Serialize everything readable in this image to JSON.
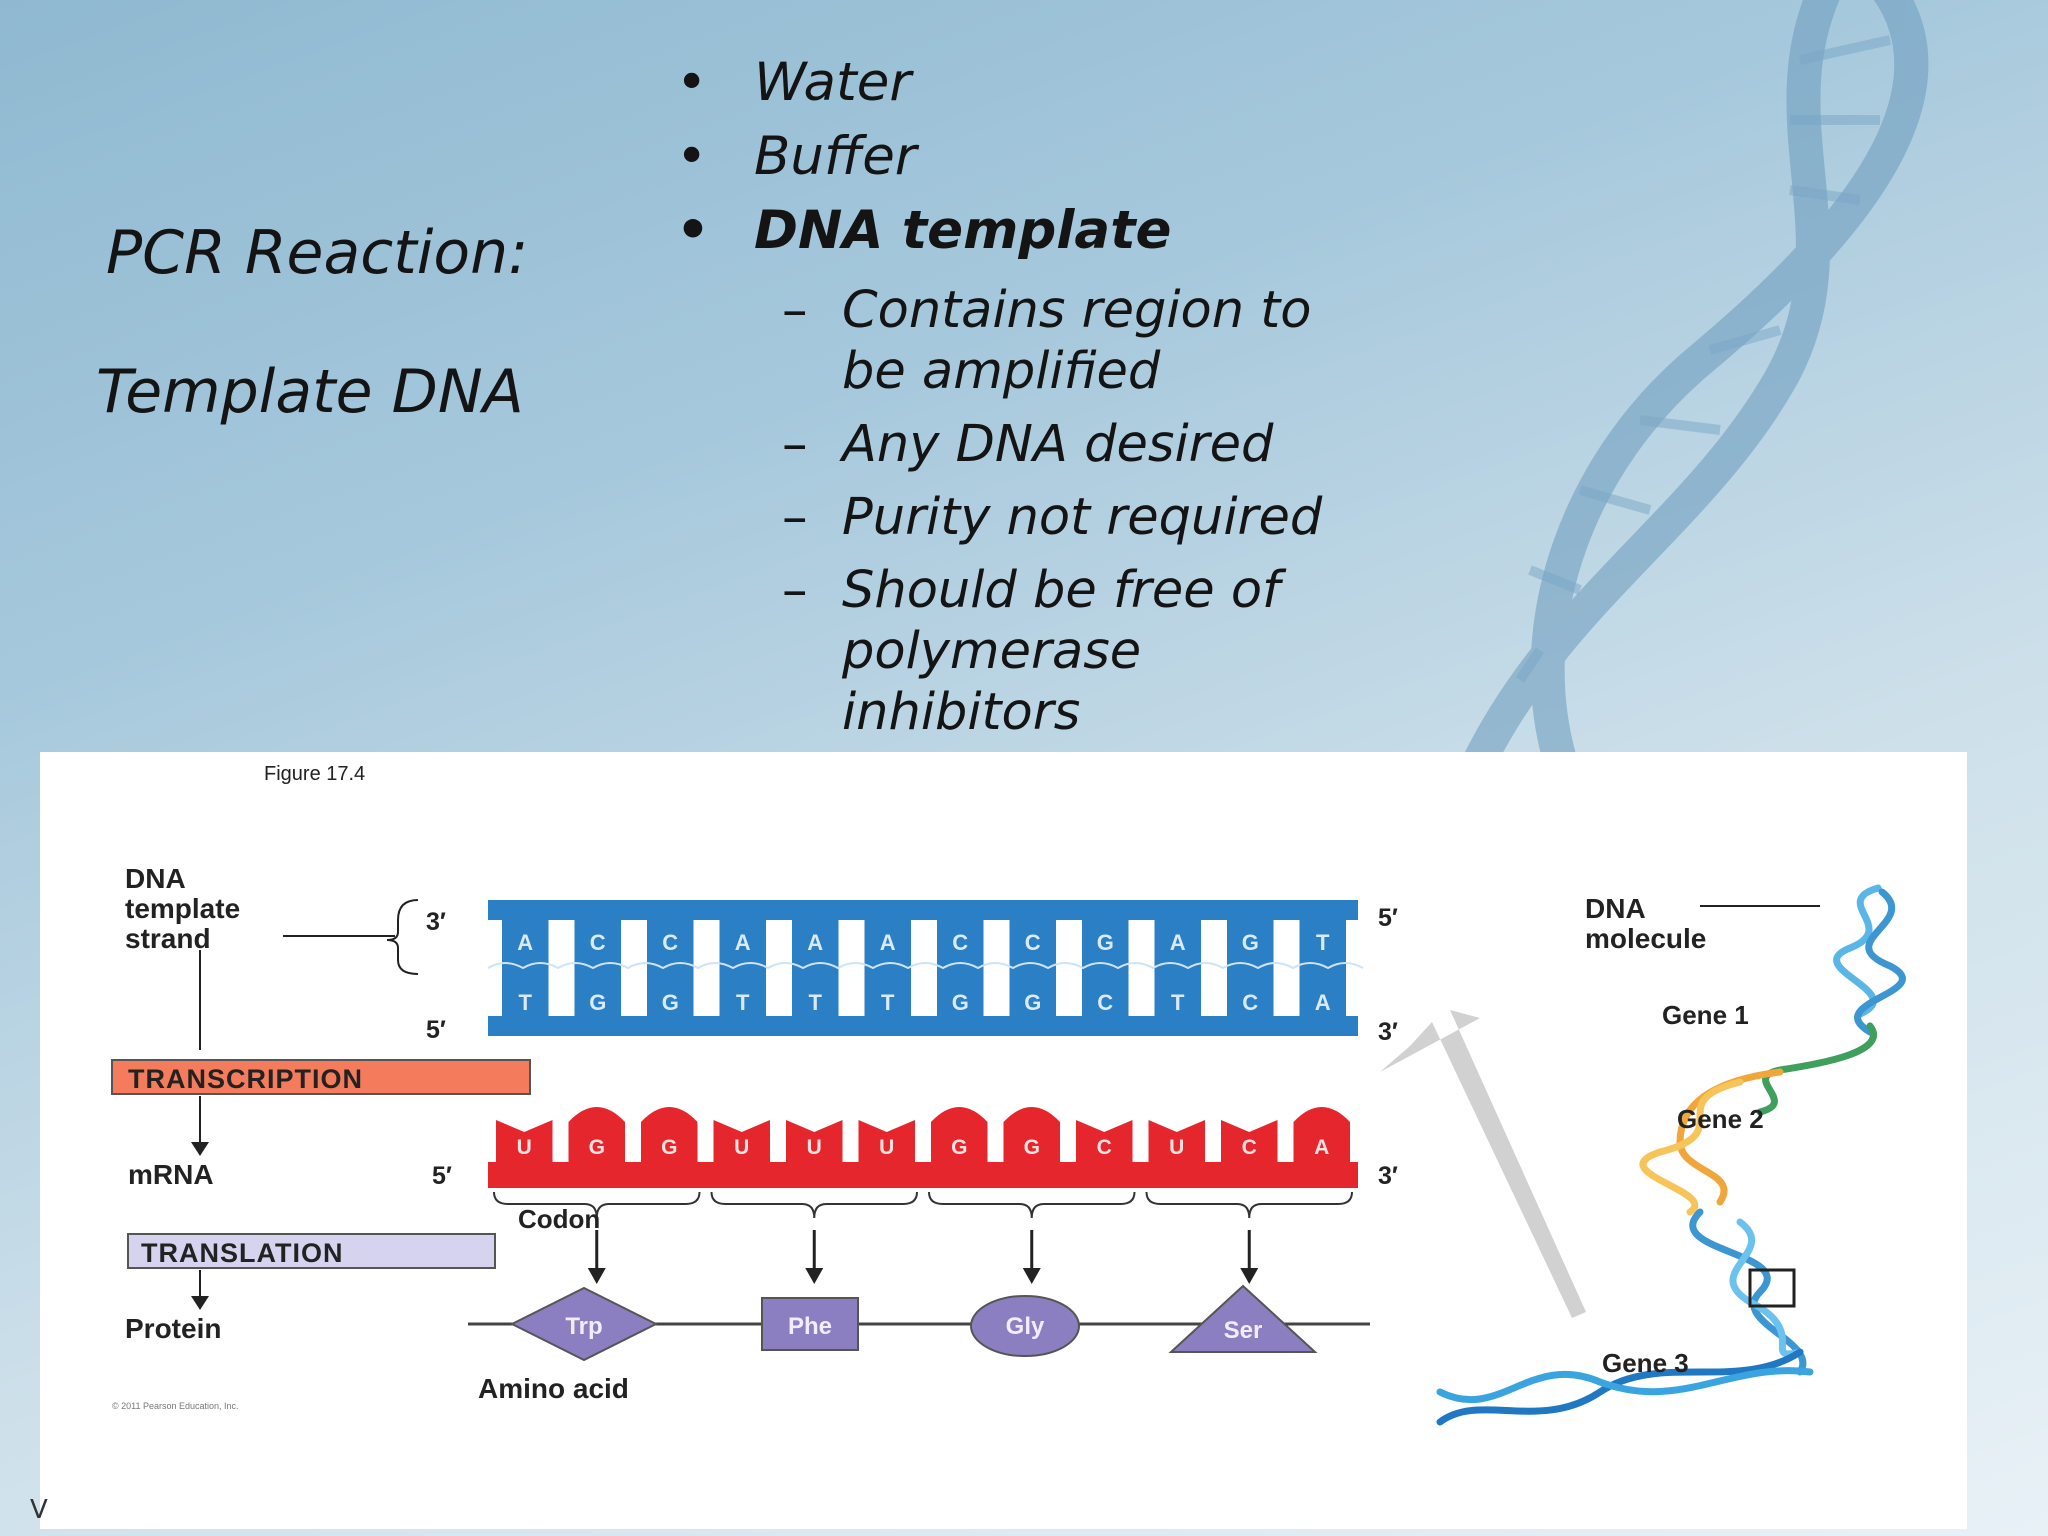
{
  "slide": {
    "title_line1": "PCR Reaction:",
    "title_line2": "Template DNA",
    "bullets": [
      "Water",
      "Buffer",
      "DNA template"
    ],
    "sub_bullets": [
      [
        "Contains region to",
        "be amplified"
      ],
      [
        "Any DNA desired"
      ],
      [
        "Purity not required"
      ],
      [
        "Should be free of",
        "polymerase",
        "inhibitors"
      ]
    ],
    "corner_mark": "V"
  },
  "figure": {
    "caption": "Figure 17.4",
    "copyright": "© 2011 Pearson Education, Inc.",
    "dna_template_label": [
      "DNA",
      "template",
      "strand"
    ],
    "transcription_label": "TRANSCRIPTION",
    "mrna_label": "mRNA",
    "translation_label": "TRANSLATION",
    "protein_label": "Protein",
    "prime_3": "3′",
    "prime_5": "5′",
    "top_bases": [
      "A",
      "C",
      "C",
      "A",
      "A",
      "A",
      "C",
      "C",
      "G",
      "A",
      "G",
      "T"
    ],
    "bottom_bases": [
      "T",
      "G",
      "G",
      "T",
      "T",
      "T",
      "G",
      "G",
      "C",
      "T",
      "C",
      "A"
    ],
    "mrna_bases": [
      "U",
      "G",
      "G",
      "U",
      "U",
      "U",
      "G",
      "G",
      "C",
      "U",
      "C",
      "A"
    ],
    "codon_label": "Codon",
    "amino_acids": [
      "Trp",
      "Phe",
      "Gly",
      "Ser"
    ],
    "amino_acid_label": "Amino acid",
    "dna_molecule_label": [
      "DNA",
      "molecule"
    ],
    "genes": [
      "Gene 1",
      "Gene 2",
      "Gene 3"
    ],
    "colors": {
      "dna_blue": "#2b7fc4",
      "mrna_red": "#e5262d",
      "transcription_box": "#f47c5c",
      "translation_box": "#d5d3ee",
      "amino_acid": "#8c7fc1"
    }
  }
}
